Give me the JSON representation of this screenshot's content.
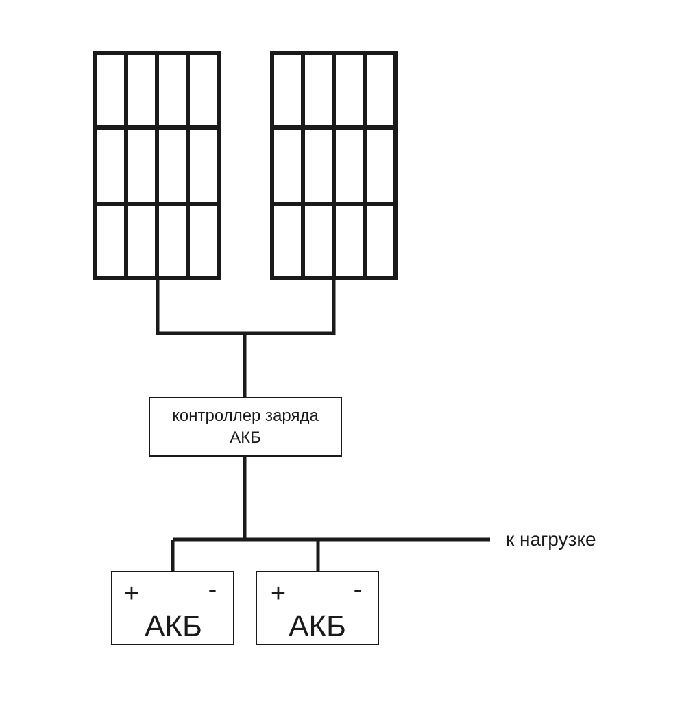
{
  "colors": {
    "line": "#1a1a1a",
    "background": "#ffffff"
  },
  "panels": [
    {
      "name": "solar-panel-left",
      "icon": "solar-panel-icon"
    },
    {
      "name": "solar-panel-right",
      "icon": "solar-panel-icon"
    }
  ],
  "controller": {
    "line1": "контроллер заряда",
    "line2": "АКБ"
  },
  "load": {
    "label": "к нагрузке"
  },
  "batteries": [
    {
      "plus": "+",
      "minus": "-",
      "label": "АКБ"
    },
    {
      "plus": "+",
      "minus": "-",
      "label": "АКБ"
    }
  ]
}
